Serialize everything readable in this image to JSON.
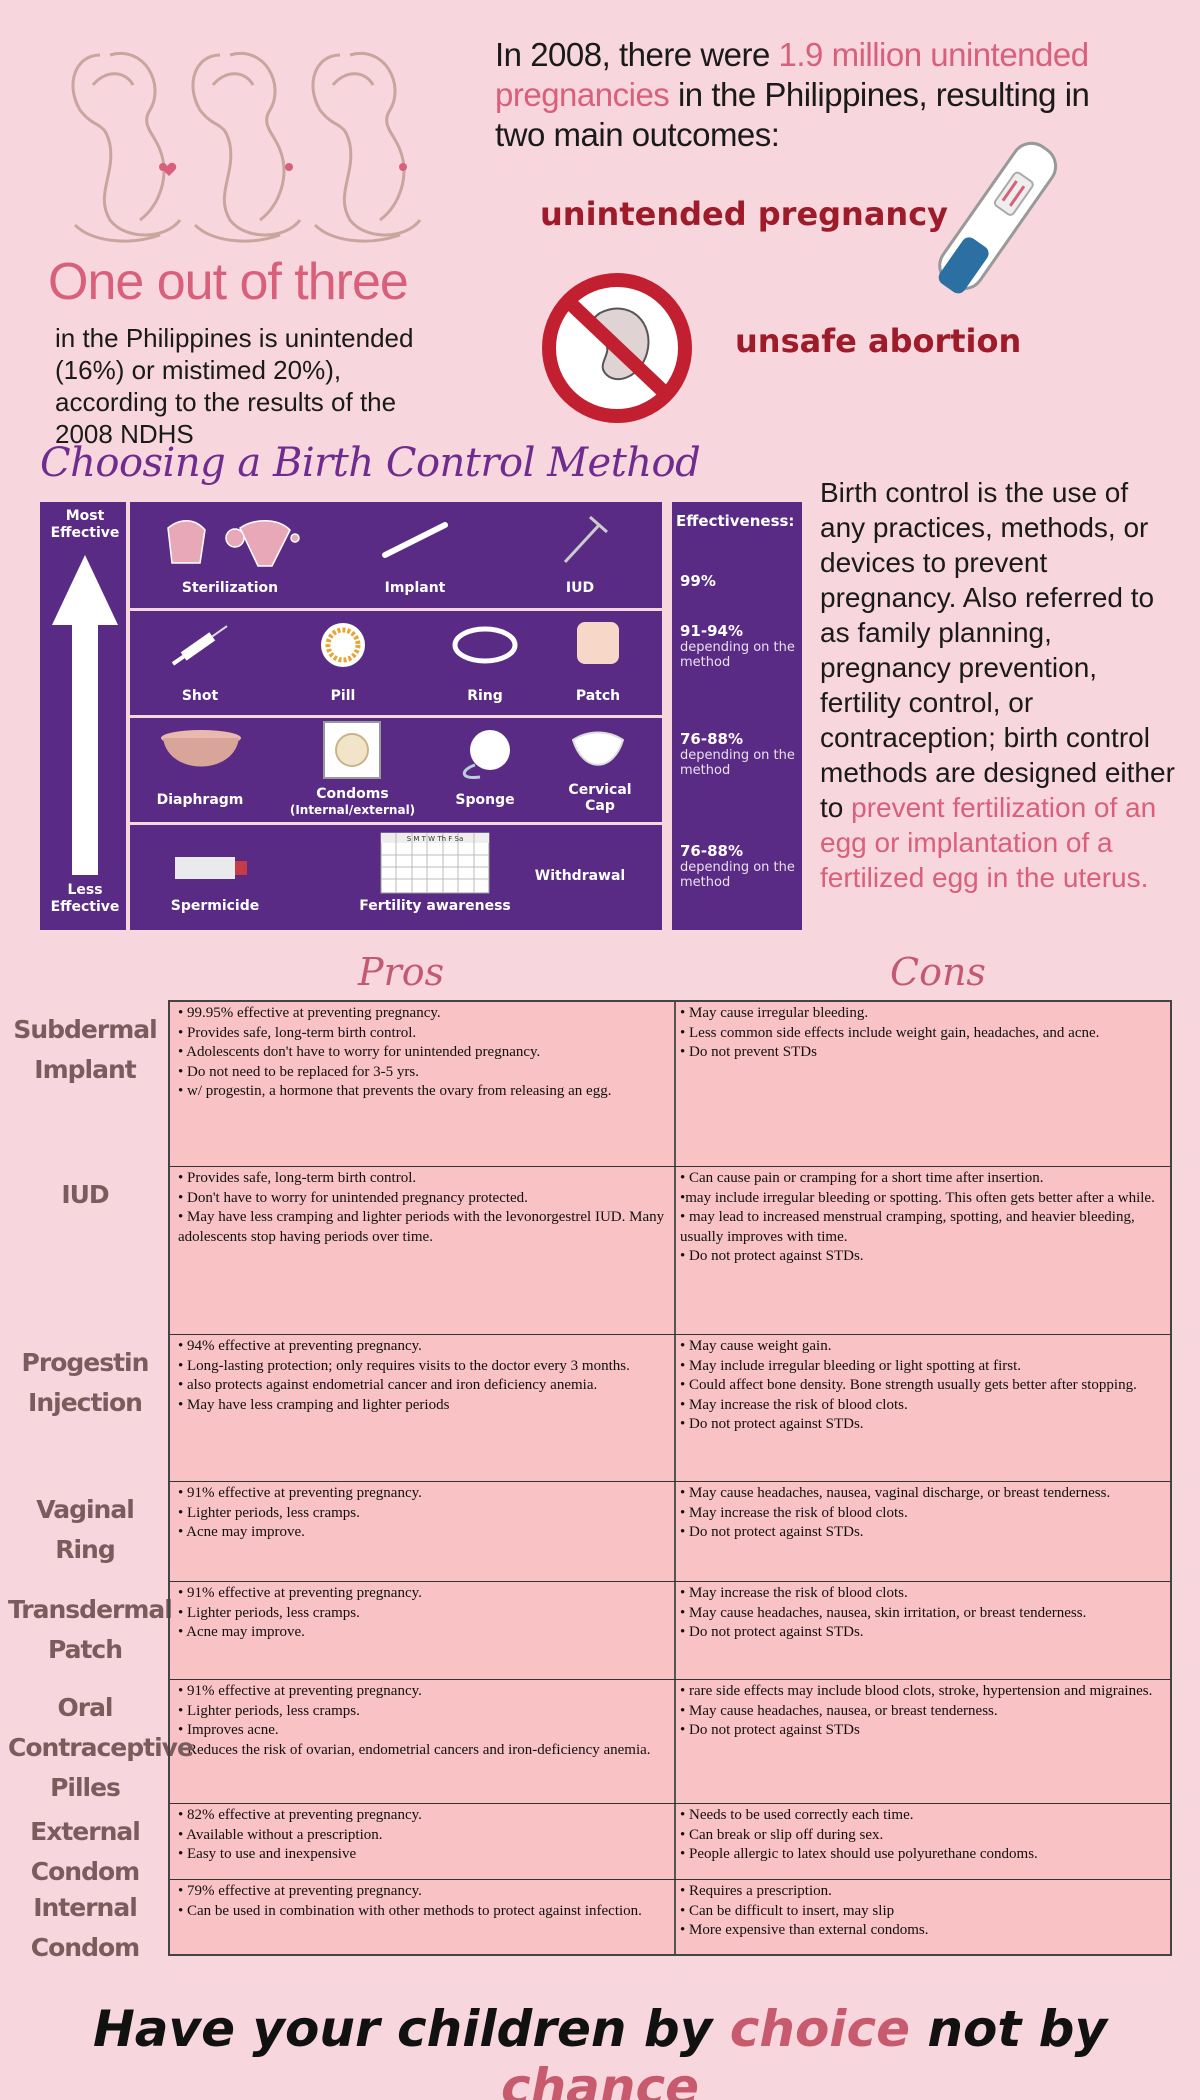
{
  "header": {
    "one_out": "One out of three",
    "one_desc": "in the Philippines is unintended (16%) or mistimed 20%), according to the results of the 2008 NDHS",
    "intro_pre": "In 2008, there were ",
    "intro_hl": "1.9 million unintended pregnancies",
    "intro_post": " in the Philippines, resulting in two main outcomes:",
    "outcome_1": "unintended pregnancy",
    "outcome_2": "unsafe abortion"
  },
  "choose": {
    "title": "Choosing a Birth Control Method",
    "most": "Most Effective",
    "less": "Less Effective",
    "eff_header": "Effectiveness:",
    "rows": [
      {
        "eff": "99%",
        "sub": ""
      },
      {
        "eff": "91-94%",
        "sub": "depending on the method"
      },
      {
        "eff": "76-88%",
        "sub": "depending on the method"
      },
      {
        "eff": "76-88%",
        "sub": "depending on the method"
      }
    ],
    "methods": {
      "sterilization": "Sterilization",
      "implant": "Implant",
      "iud": "IUD",
      "shot": "Shot",
      "pill": "Pill",
      "ring": "Ring",
      "patch": "Patch",
      "diaphragm": "Diaphragm",
      "condoms": "Condoms",
      "condoms_sub": "(Internal/external)",
      "sponge": "Sponge",
      "cervical": "Cervical Cap",
      "spermicide": "Spermicide",
      "fertility": "Fertility awareness",
      "withdrawal": "Withdrawal"
    },
    "calendar_header": "S M T W Th F Sa",
    "bc_text_pre": "Birth control is the use of any practices, methods, or devices to prevent pregnancy. Also referred to as family planning, pregnancy prevention, fertility control, or contraception; birth control methods are designed either to ",
    "bc_text_hl": "prevent fertilization of an egg or implantation of a fertilized egg in the uterus."
  },
  "table": {
    "pros_header": "Pros",
    "cons_header": "Cons",
    "rows": [
      {
        "label": "Subdermal Implant",
        "pros": [
          "• 99.95% effective at preventing pregnancy.",
          "• Provides safe, long-term birth control.",
          "• Adolescents don't have to worry for unintended pregnancy.",
          "• Do not need to be replaced for 3-5 yrs.",
          "• w/ progestin, a hormone that prevents the ovary from releasing an egg."
        ],
        "cons": [
          "• May cause irregular bleeding.",
          "• Less common side effects include weight gain, headaches, and acne.",
          "• Do not prevent STDs"
        ]
      },
      {
        "label": "IUD",
        "pros": [
          "• Provides safe, long-term birth control.",
          "• Don't have to worry for unintended pregnancy protected.",
          "• May have less cramping and lighter periods with the levonorgestrel IUD. Many adolescents stop having periods over time."
        ],
        "cons": [
          "• Can cause pain or cramping for a short time after insertion.",
          "•may include irregular bleeding or spotting. This often gets better after a while.",
          "• may lead to increased menstrual cramping, spotting, and heavier bleeding, usually improves with time.",
          "• Do not protect against STDs."
        ]
      },
      {
        "label": "Progestin Injection",
        "pros": [
          "• 94% effective at preventing pregnancy.",
          "• Long-lasting protection; only requires visits to the doctor every 3 months.",
          "• also protects against endometrial cancer and iron deficiency anemia.",
          "• May have less cramping and lighter periods"
        ],
        "cons": [
          "• May cause weight gain.",
          "• May include irregular bleeding or light spotting at first.",
          "• Could affect bone density. Bone strength usually gets better after stopping.",
          "• May increase the risk of blood clots.",
          "• Do not protect against STDs."
        ]
      },
      {
        "label": "Vaginal Ring",
        "pros": [
          "• 91% effective at preventing pregnancy.",
          "• Lighter periods, less cramps.",
          "• Acne may improve."
        ],
        "cons": [
          "• May cause headaches, nausea, vaginal discharge, or breast tenderness.",
          "• May increase the risk of blood clots.",
          "• Do not protect against STDs."
        ]
      },
      {
        "label": "Transdermal Patch",
        "pros": [
          "• 91% effective at preventing pregnancy.",
          "• Lighter periods, less cramps.",
          "• Acne may improve."
        ],
        "cons": [
          "• May increase the risk of blood clots.",
          "• May cause headaches, nausea, skin irritation, or breast tenderness.",
          "• Do not protect against STDs."
        ]
      },
      {
        "label": "Oral Contraceptive Pilles",
        "pros": [
          "• 91% effective at preventing pregnancy.",
          "• Lighter periods, less cramps.",
          "• Improves acne.",
          "• Reduces the risk of ovarian, endometrial cancers and iron-deficiency anemia."
        ],
        "cons": [
          "• rare side effects may include blood clots, stroke, hypertension and migraines.",
          "• May cause headaches, nausea, or breast tenderness.",
          "• Do not protect against STDs"
        ]
      },
      {
        "label": "External Condom",
        "pros": [
          "• 82% effective at preventing pregnancy.",
          "• Available without a prescription.",
          "• Easy to use and inexpensive"
        ],
        "cons": [
          "• Needs to be used correctly each time.",
          "• Can break or slip off during sex.",
          "• People allergic to latex should use polyurethane condoms."
        ]
      },
      {
        "label": "Internal Condom",
        "pros": [
          "• 79% effective at preventing pregnancy.",
          "• Can be used in combination with other methods to protect against infection."
        ],
        "cons": [
          "• Requires a prescription.",
          "• Can be difficult to insert, may slip",
          "• More expensive than external condoms."
        ]
      }
    ]
  },
  "slogan": {
    "pre": "Have your children by ",
    "hl1": "choice",
    "mid": " not by ",
    "hl2": "chance"
  },
  "colors": {
    "background": "#f7d6de",
    "accent_pink": "#d9607a",
    "dark_red": "#9e1c2a",
    "purple": "#5a2b85",
    "table_row": "#f9c2c4"
  }
}
